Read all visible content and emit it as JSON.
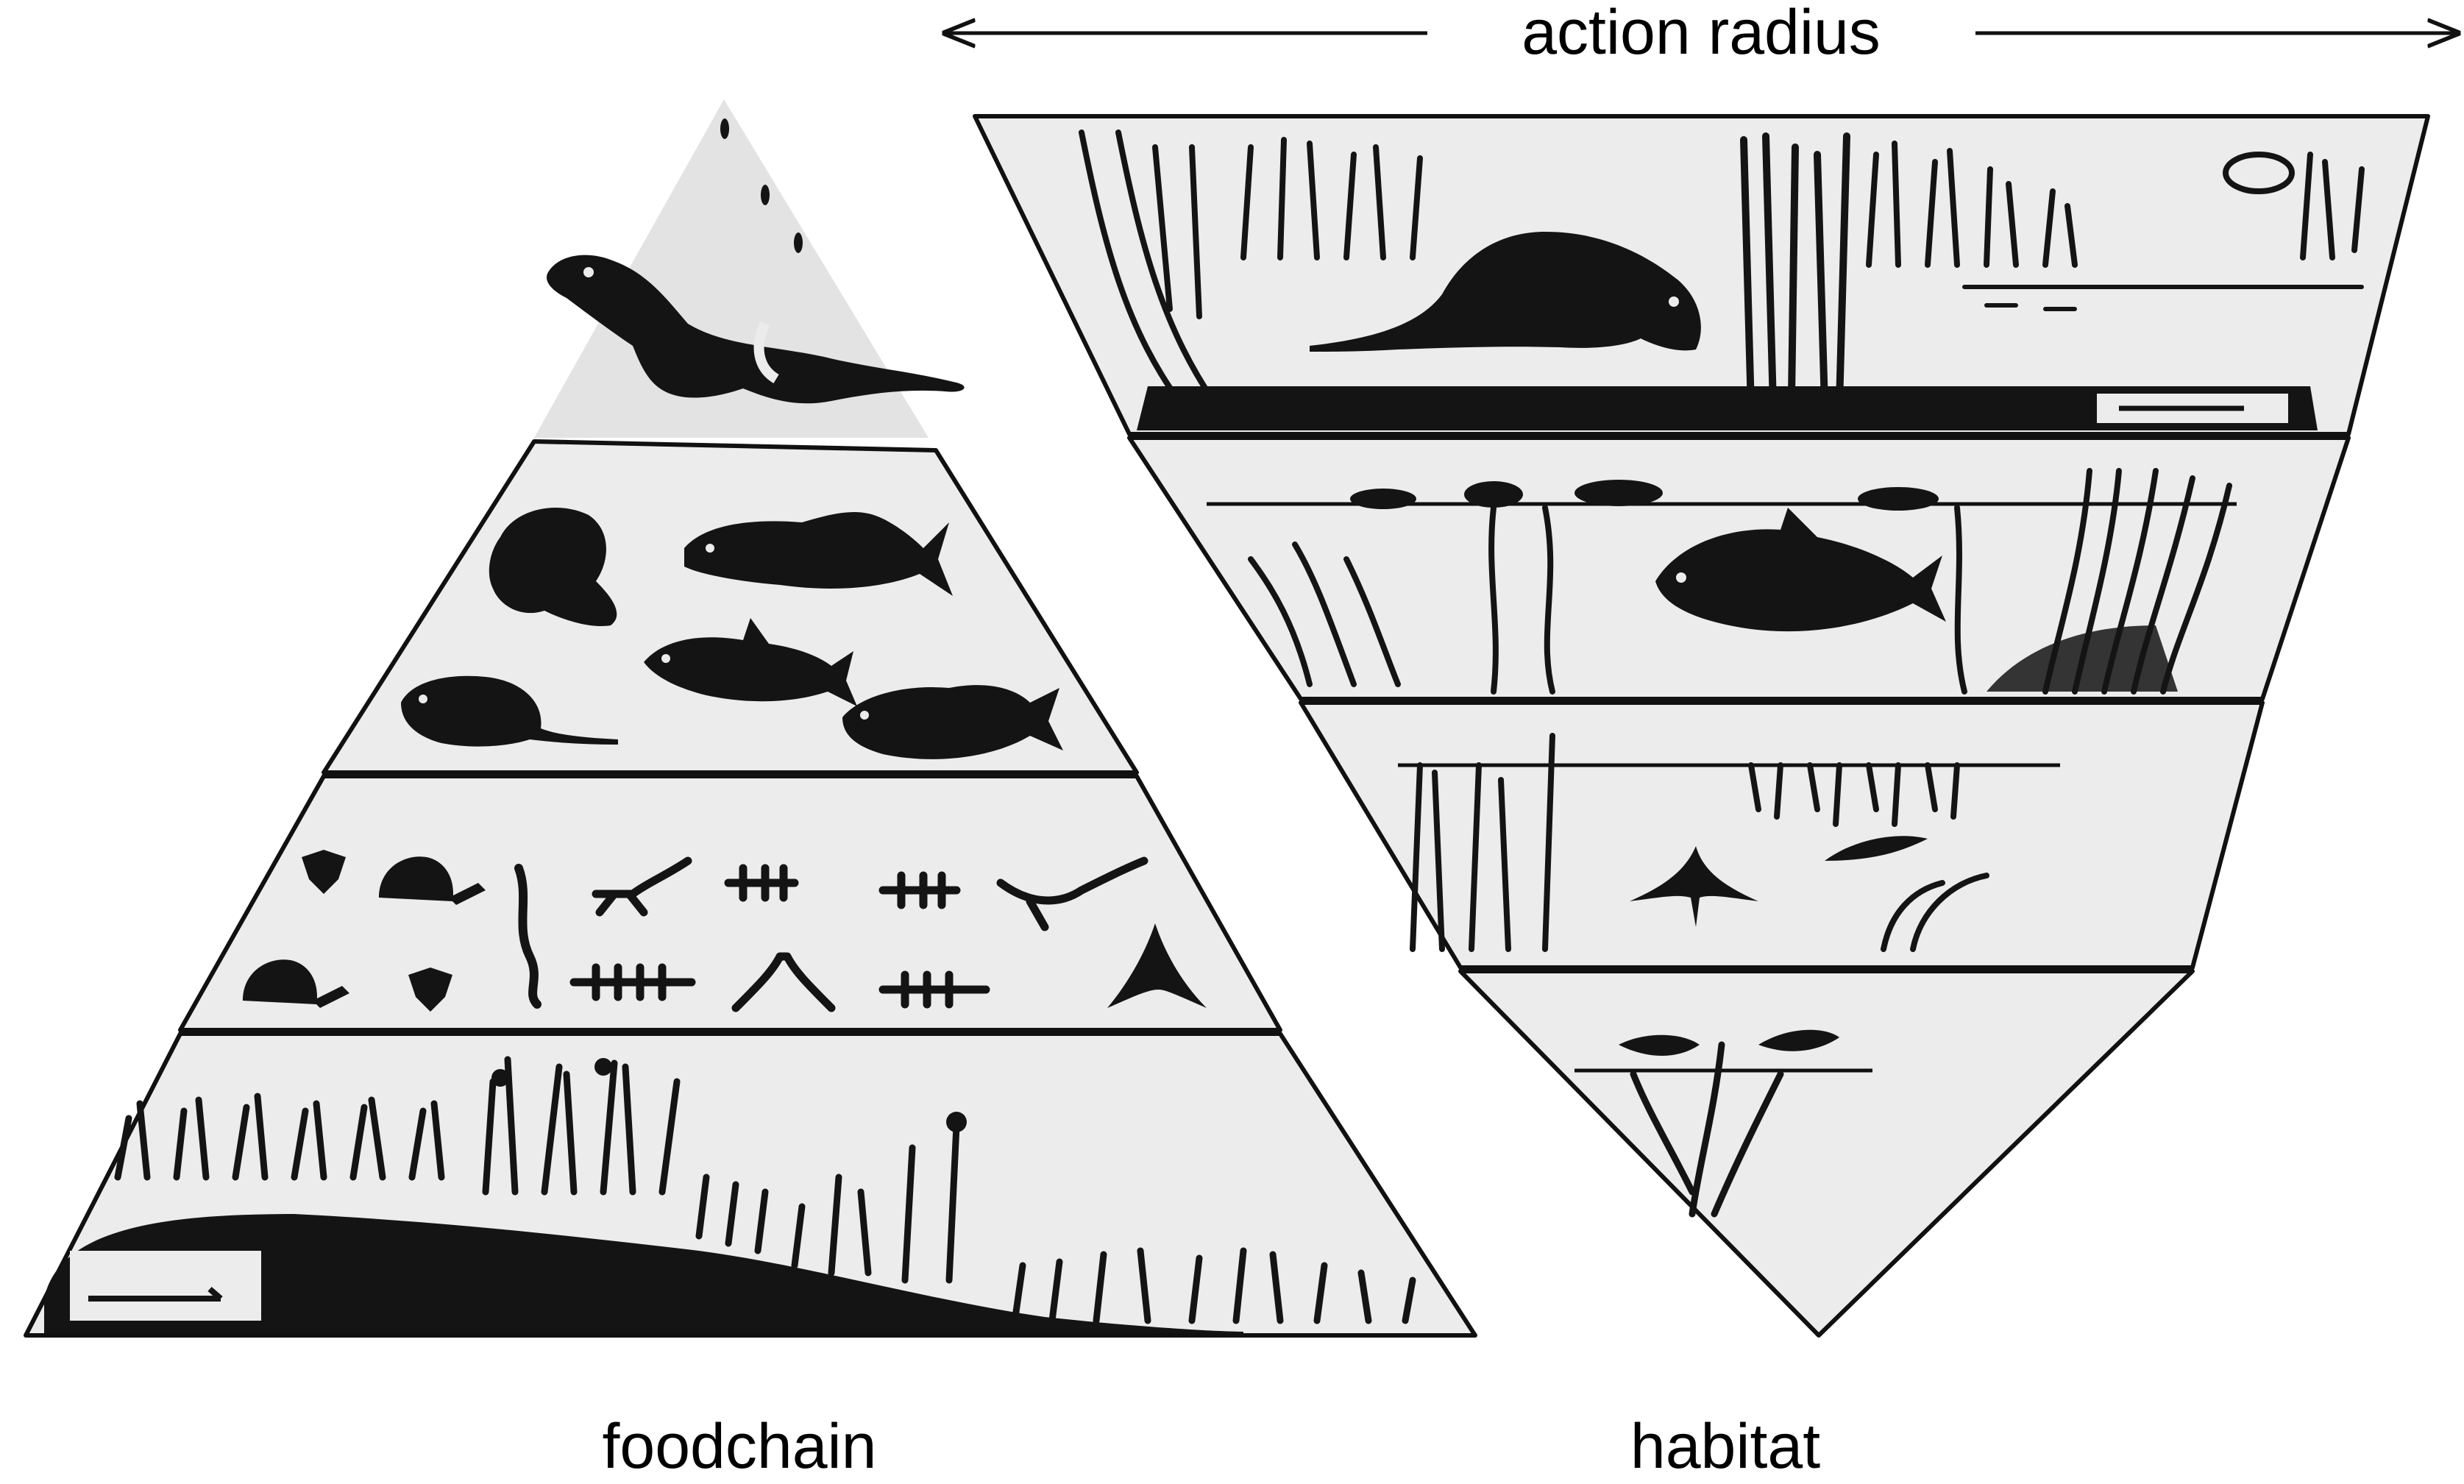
{
  "labels": {
    "action_radius": "action radius",
    "foodchain": "foodchain",
    "habitat": "habitat"
  },
  "foodchain_levels": [
    {
      "icons": [
        "otter-icon"
      ]
    },
    {
      "icons": [
        "frog-icon",
        "fish-icon",
        "fish-icon",
        "water-vole-icon",
        "fish-icon"
      ]
    },
    {
      "icons": [
        "water-beetle-icon",
        "snail-icon",
        "larva-icon",
        "shrimp-icon",
        "insect-icon"
      ]
    },
    {
      "icons": [
        "water-plant-icon",
        "riverbank-icon"
      ]
    }
  ],
  "habitat_layers": [
    {
      "icons": [
        "otter-icon",
        "tree-icon",
        "reed-icon",
        "riverbank-icon"
      ]
    },
    {
      "icons": [
        "water-lily-icon",
        "perch-icon",
        "reed-icon"
      ]
    },
    {
      "icons": [
        "water-plant-icon",
        "insect-larva-icon"
      ]
    },
    {
      "icons": [
        "water-plant-icon"
      ]
    }
  ],
  "colors": {
    "ink": "#141414",
    "fill": "#ececec",
    "background": "#ffffff"
  }
}
